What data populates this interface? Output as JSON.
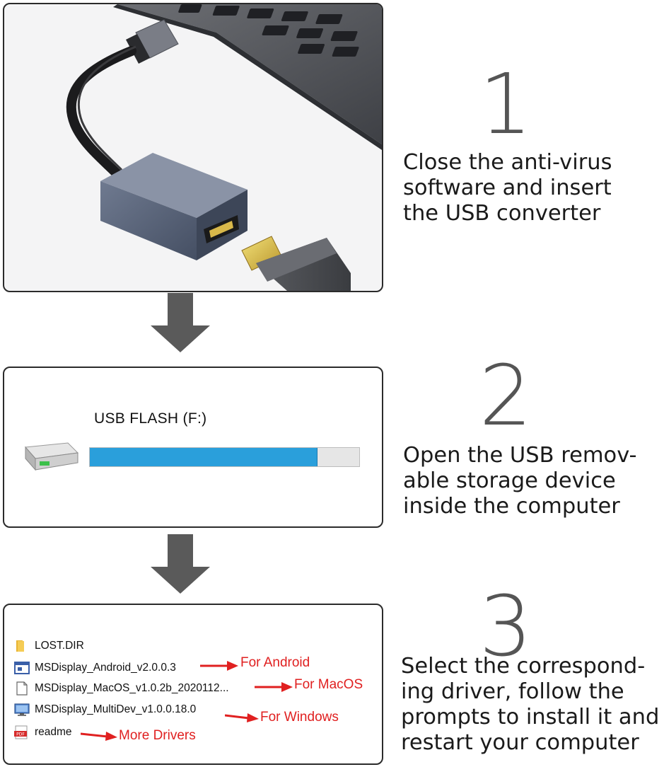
{
  "steps": [
    {
      "number": "1",
      "text": "Close the anti-virus\nsoftware and insert\nthe USB converter"
    },
    {
      "number": "2",
      "text": "Open the USB remov-\nable storage device\ninside the computer"
    },
    {
      "number": "3",
      "text": "Select the correspond-\ning driver, follow the\nprompts to install it and\nrestart your computer"
    }
  ],
  "drive": {
    "label": "USB FLASH (F:)",
    "fill_fraction": 0.845,
    "fill_color": "#2a9fdb"
  },
  "files": [
    {
      "name": "LOST.DIR",
      "icon": "folder-icon",
      "note": ""
    },
    {
      "name": "MSDisplay_Android_v2.0.0.3",
      "icon": "app-window-icon",
      "note": "For Android"
    },
    {
      "name": "MSDisplay_MacOS_v1.0.2b_2020112...",
      "icon": "document-icon",
      "note": "For MacOS"
    },
    {
      "name": "MSDisplay_MultiDev_v1.0.0.18.0",
      "icon": "monitor-icon",
      "note": "For Windows"
    },
    {
      "name": "readme",
      "icon": "pdf-icon",
      "note": "More Drivers"
    }
  ],
  "colors": {
    "annotation_red": "#e02020",
    "arrow_gray": "#5a5a5a",
    "number_gray": "#555555"
  }
}
